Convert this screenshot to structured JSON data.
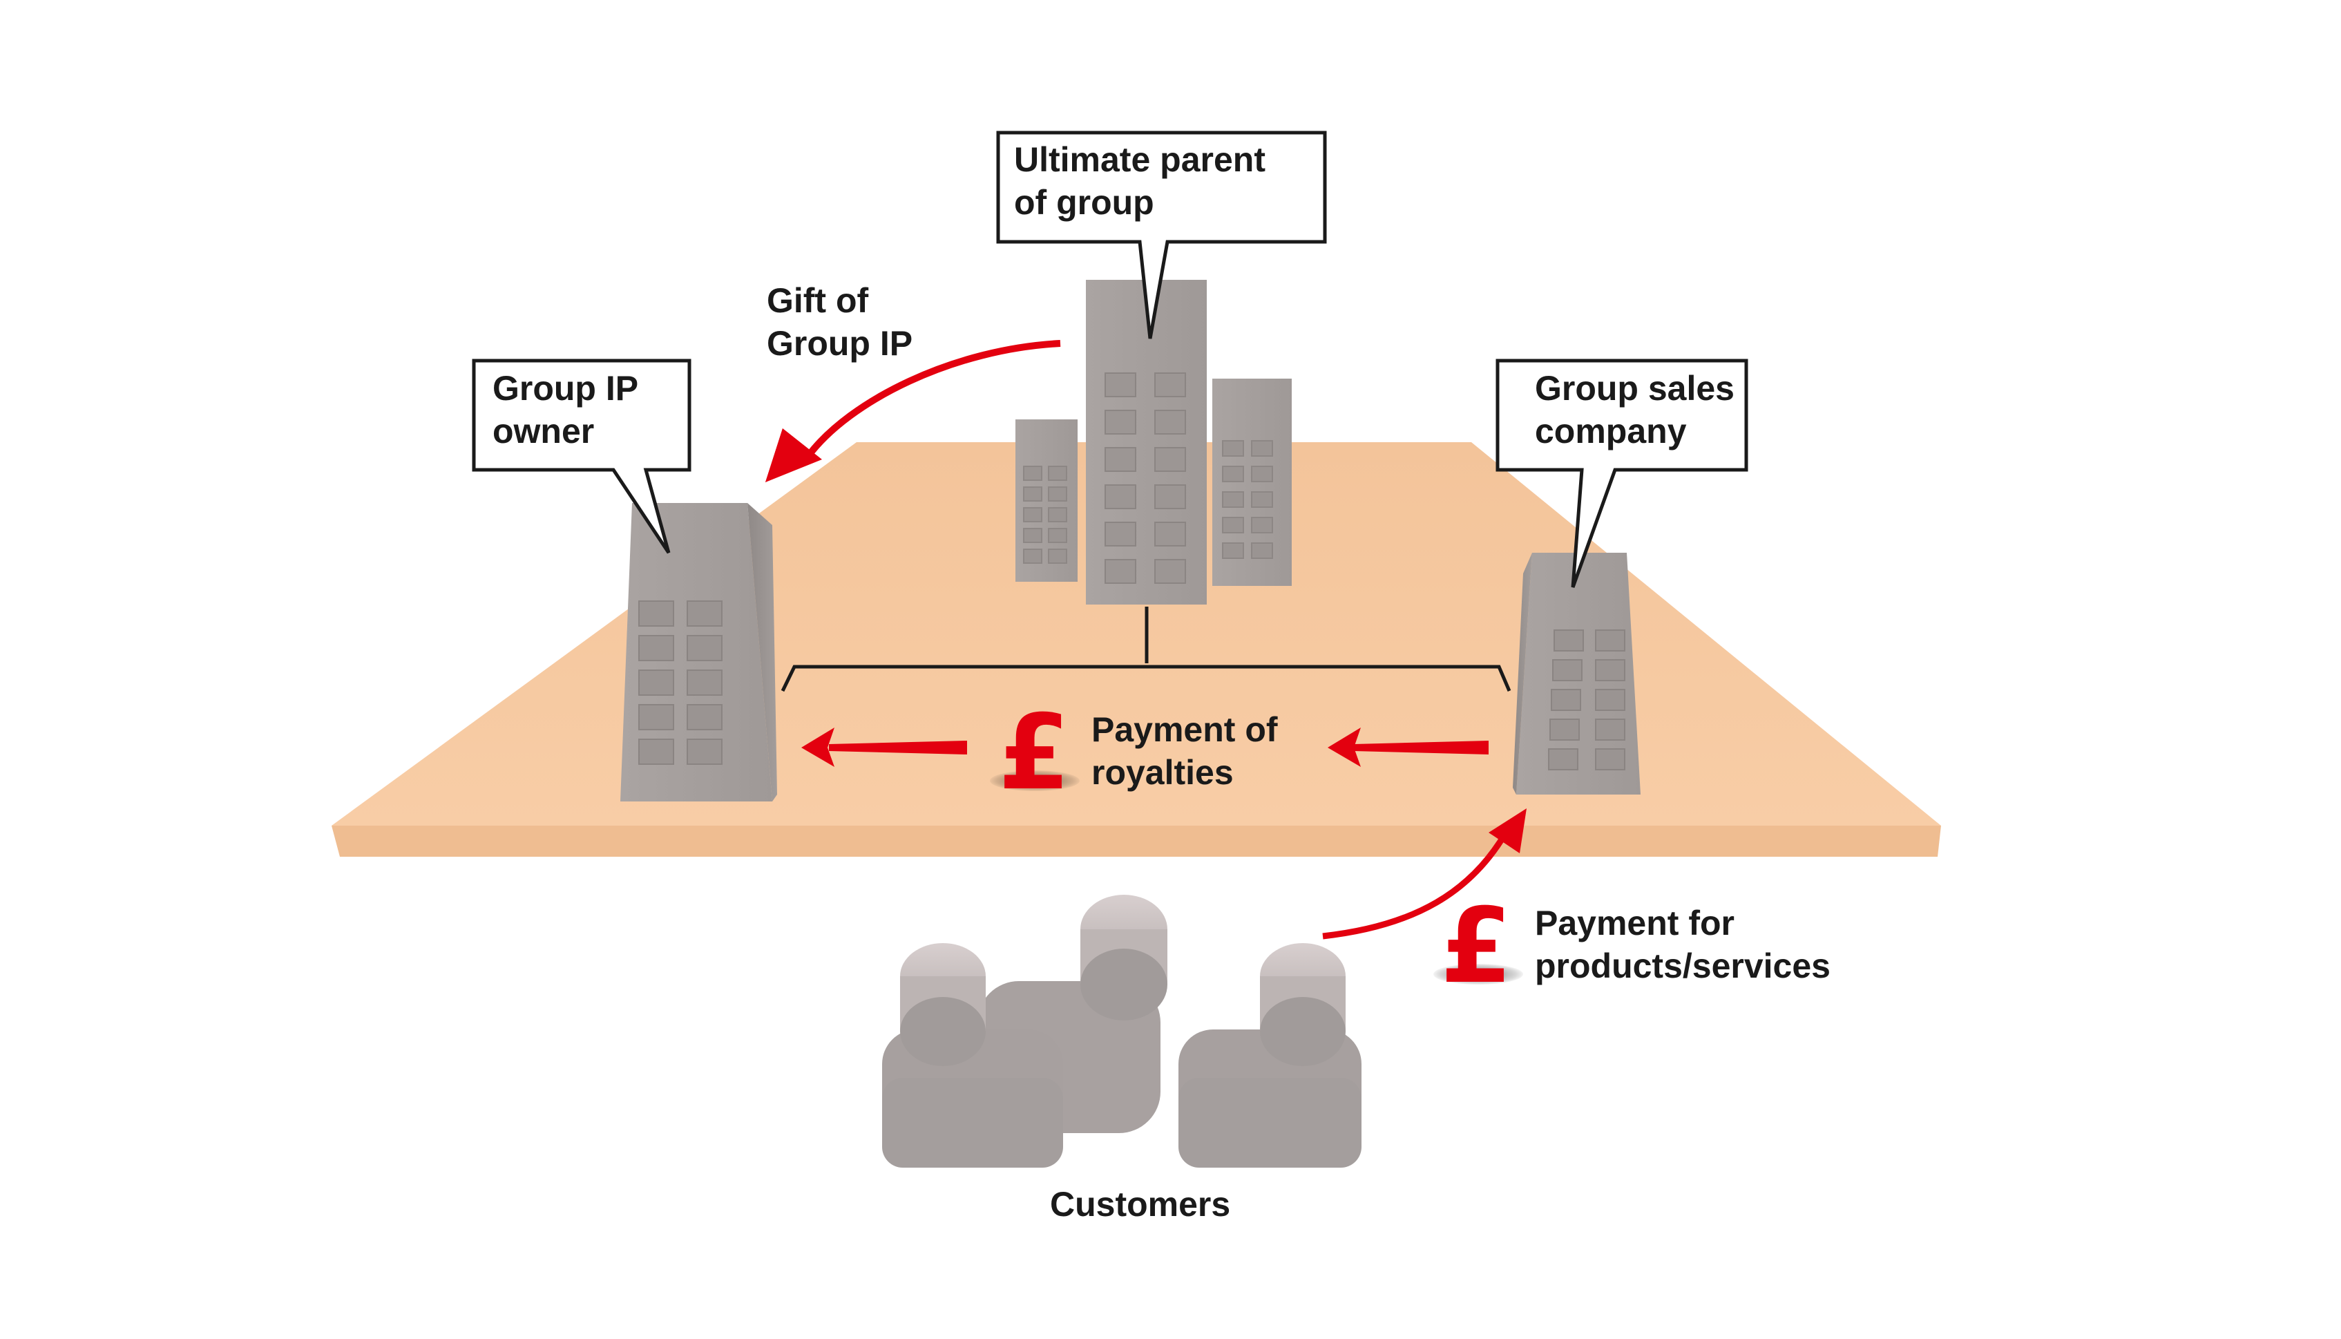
{
  "diagram": {
    "type": "group-ip-royalty-structure",
    "colors": {
      "accent_red": "#e3000f",
      "platform": "#f6c9a0",
      "platform_edge": "#efbd91",
      "building": "#a8a2a0",
      "text": "#1a1a1a"
    },
    "currency_symbol": "£",
    "nodes": {
      "parent": {
        "label": "Ultimate parent\nof group"
      },
      "ip_owner": {
        "label": "Group IP\nowner"
      },
      "sales_company": {
        "label": "Group sales\ncompany"
      },
      "customers": {
        "label": "Customers"
      }
    },
    "flows": {
      "gift": {
        "label": "Gift of\nGroup IP",
        "from": "Ultimate parent of group",
        "to": "Group IP owner"
      },
      "royalties": {
        "label": "Payment of\nroyalties",
        "from": "Group sales company",
        "to": "Group IP owner"
      },
      "customer_payment": {
        "label": "Payment for\nproducts/services",
        "from": "Customers",
        "to": "Group sales company"
      }
    }
  }
}
